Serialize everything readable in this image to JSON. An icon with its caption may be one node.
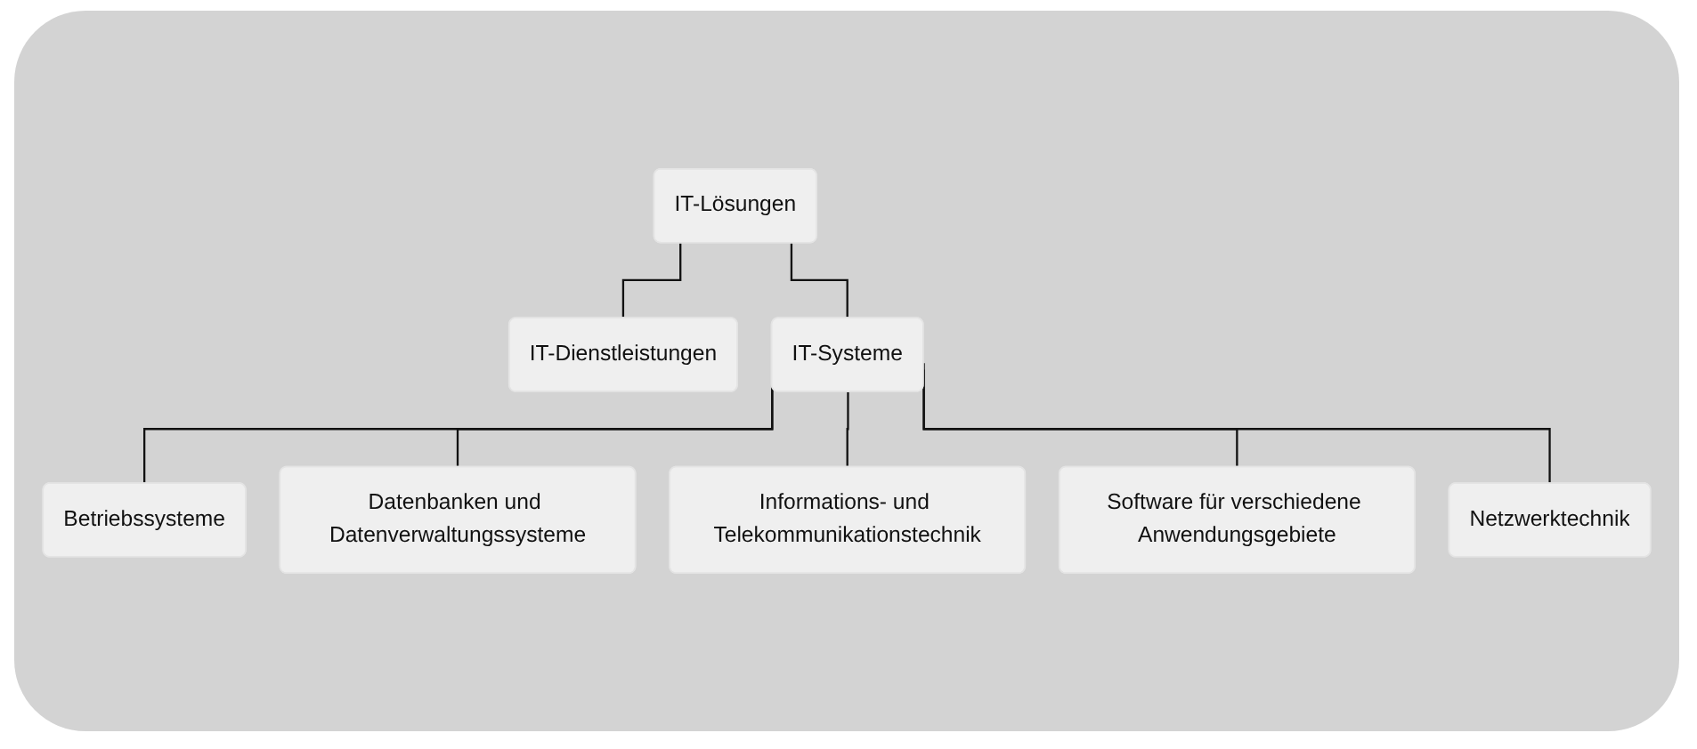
{
  "diagram": {
    "nodes": [
      {
        "text": [
          "IT-Lösungen"
        ]
      },
      {
        "text": [
          "IT-Dienstleistungen"
        ]
      },
      {
        "text": [
          "IT-Systeme"
        ]
      },
      {
        "text": [
          "Datenbanken und Datenverwaltungssysteme"
        ]
      },
      {
        "text": [
          "Software für verschiedene Anwendungsgebiete"
        ]
      },
      {
        "text": [
          "Betriebssysteme"
        ]
      },
      {
        "text": [
          "Informations- und Telekommunikationstechnik"
        ]
      },
      {
        "text": [
          "Netzwerktechnik"
        ]
      }
    ],
    "edges": [
      {
        "from": 0,
        "to": 1,
        "arrow": "none"
      },
      {
        "from": 0,
        "to": 2,
        "arrow": "none"
      },
      {
        "from": 2,
        "to": 5,
        "arrow": "none"
      },
      {
        "from": 2,
        "to": 3,
        "arrow": "none"
      },
      {
        "from": 2,
        "to": 6,
        "arrow": "none"
      },
      {
        "from": 2,
        "to": 4,
        "arrow": "none"
      },
      {
        "from": 2,
        "to": 7,
        "arrow": "none"
      }
    ]
  }
}
